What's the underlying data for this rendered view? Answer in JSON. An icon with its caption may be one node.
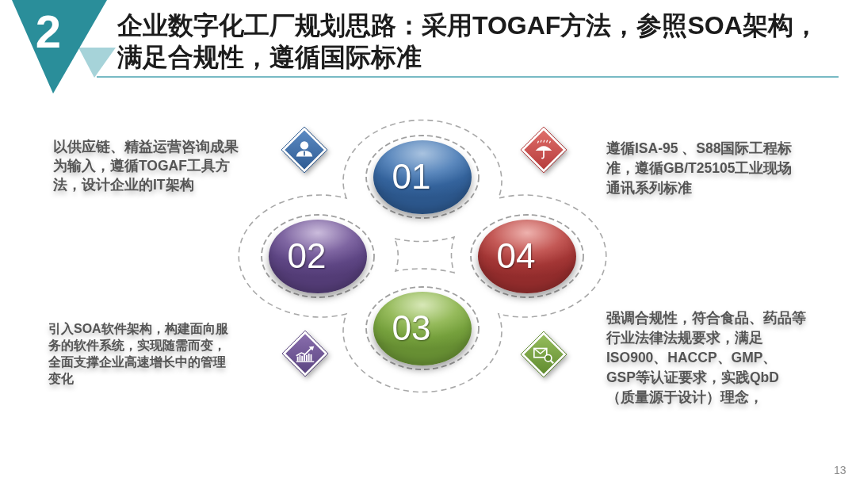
{
  "diagram": {
    "title": "企业数字化工厂规划思路：采用TOGAF方法，参照SOA架构，满足合规性，遵循国际标准",
    "nodes": [
      {
        "text": [
          "2"
        ]
      },
      {
        "text": [
          "01"
        ]
      },
      {
        "text": [
          "02"
        ]
      },
      {
        "text": [
          "04"
        ]
      },
      {
        "text": [
          "03"
        ]
      }
    ],
    "labels": [
      "以供应链、精益运营咨询成果为输入，遵循TOGAF工具方法，设计企业的IT架构",
      "遵循ISA-95 、S88国际工程标准，遵循GB/T25105工业现场通讯系列标准",
      "引入SOA软件架构，构建面向服务的软件系统，实现随需而变，全面支撑企业高速增长中的管理变化",
      "强调合规性，符合食品、药品等行业法律法规要求，满足ISO900、HACCP、GMP、GSP等认证要求，实践QbD（质量源于设计）理念，",
      "13"
    ]
  }
}
